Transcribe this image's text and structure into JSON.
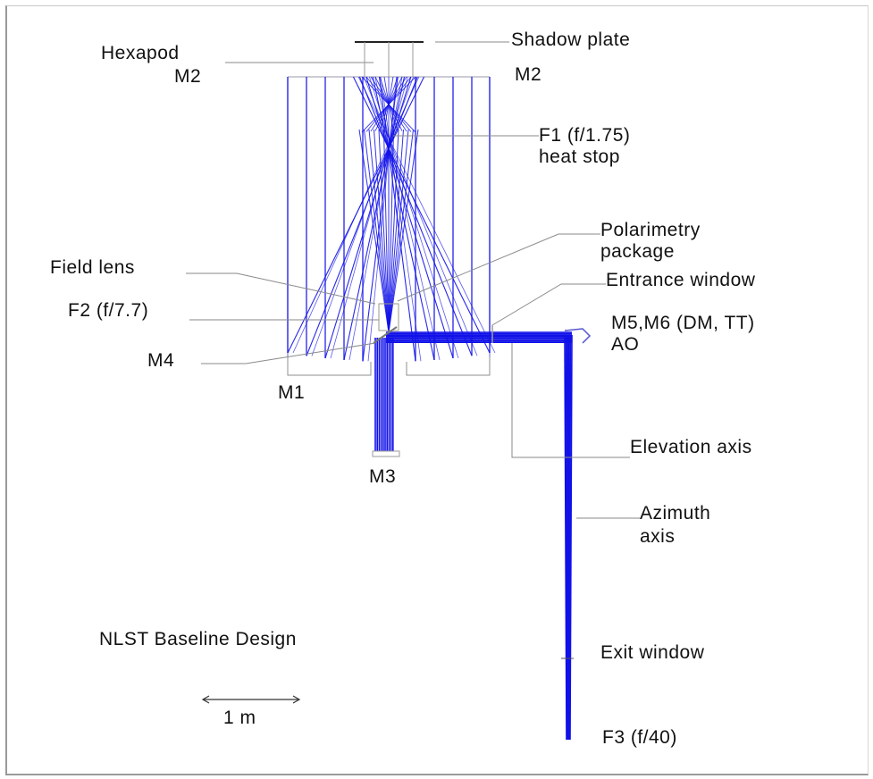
{
  "diagram": {
    "title": "NLST Baseline Design",
    "scale_bar": "1 m",
    "ray_color": "#1010e8",
    "leader_color": "#8a8a8a",
    "labels": {
      "shadow_plate": "Shadow plate",
      "hexapod": "Hexapod",
      "hexapod_m2": "M2",
      "m2": "M2",
      "f1_line1": "F1 (f/1.75)",
      "f1_line2": "heat stop",
      "polarimetry_line1": "Polarimetry",
      "polarimetry_line2": "package",
      "field_lens": "Field lens",
      "entrance_window": "Entrance window",
      "f2": "F2 (f/7.7)",
      "m5m6_line1": "M5,M6 (DM, TT)",
      "m5m6_line2": "AO",
      "m4": "M4",
      "m1": "M1",
      "elevation_axis": "Elevation axis",
      "m3": "M3",
      "azimuth_line1": "Azimuth",
      "azimuth_line2": "axis",
      "exit_window": "Exit window",
      "f3": "F3 (f/40)"
    }
  }
}
